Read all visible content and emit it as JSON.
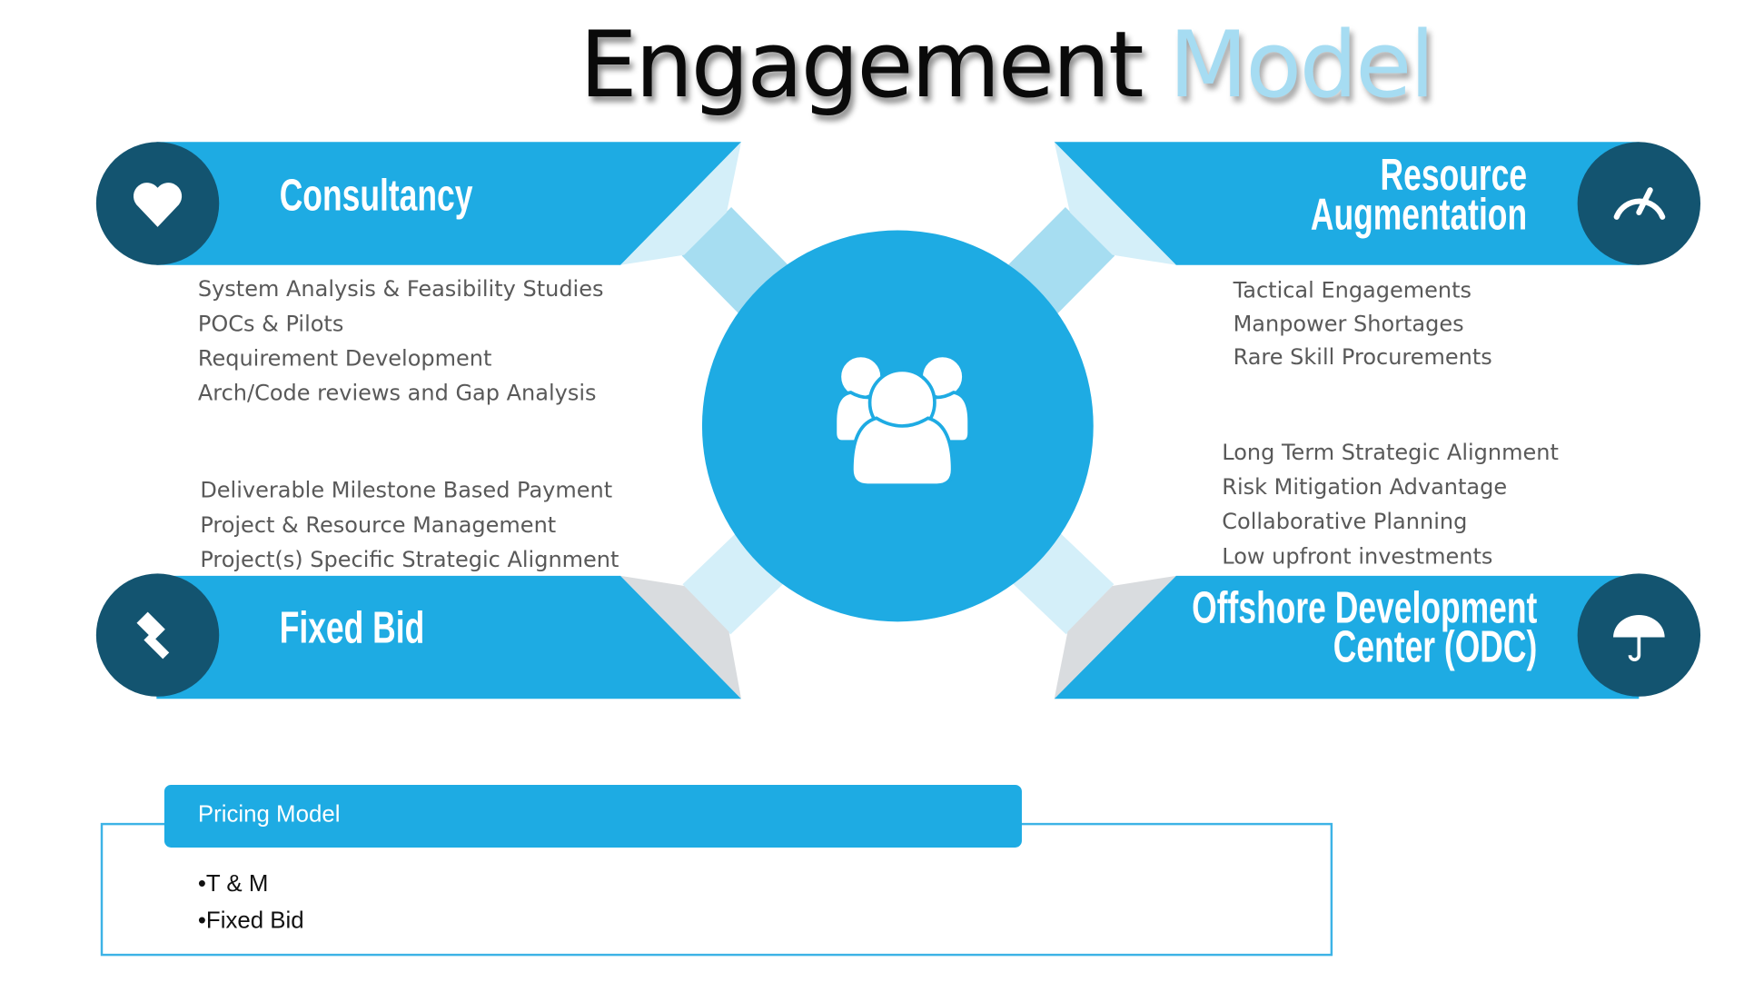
{
  "title": {
    "part1": "Engagement",
    "part2": "Model"
  },
  "colors": {
    "primary": "#1eabe3",
    "dark": "#135470",
    "light": "#a6ddf1",
    "pale": "#d4eff9",
    "gray": "#d9dcdf"
  },
  "center": {
    "icon": "users-group-icon"
  },
  "quadrants": {
    "consultancy": {
      "label": "Consultancy",
      "icon": "heart-icon",
      "items": [
        "System Analysis & Feasibility Studies",
        "POCs & Pilots",
        "Requirement Development",
        "Arch/Code reviews and Gap Analysis"
      ]
    },
    "resource_augmentation": {
      "label_line1": "Resource",
      "label_line2": "Augmentation",
      "icon": "speedometer-icon",
      "items": [
        "Tactical Engagements",
        "Manpower Shortages",
        "Rare Skill Procurements"
      ]
    },
    "fixed_bid": {
      "label": "Fixed Bid",
      "icon": "gavel-icon",
      "items": [
        "Deliverable Milestone Based Payment",
        "Project & Resource Management",
        "Project(s) Specific Strategic Alignment"
      ]
    },
    "odc": {
      "label_line1": "Offshore Development",
      "label_line2": "Center (ODC)",
      "icon": "umbrella-icon",
      "items": [
        "Long Term Strategic Alignment",
        "Risk Mitigation Advantage",
        "Collaborative Planning",
        "Low upfront investments"
      ]
    }
  },
  "pricing": {
    "header": "Pricing Model",
    "items": [
      "T & M",
      "Fixed Bid"
    ]
  }
}
